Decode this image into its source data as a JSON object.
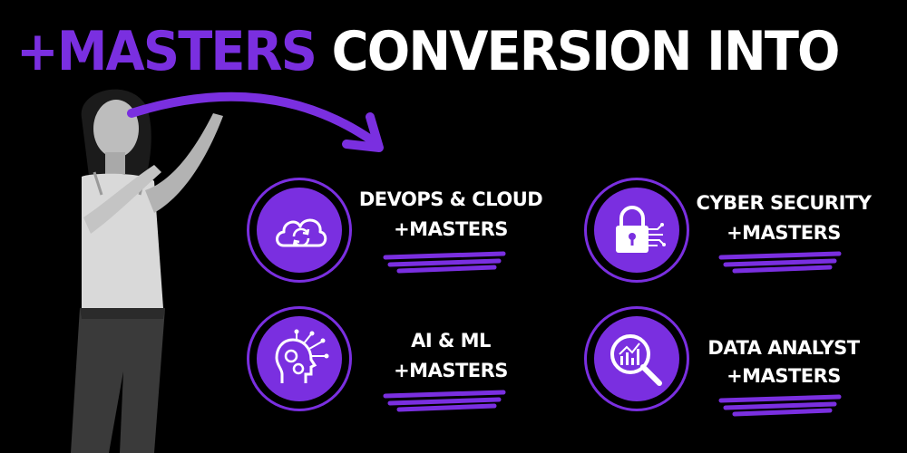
{
  "headline": {
    "accent": "+MASTERS",
    "rest": " CONVERSION INTO"
  },
  "colors": {
    "accent": "#7a2fe0",
    "background": "#000000",
    "text": "#ffffff"
  },
  "cards": [
    {
      "line1": "DEVOPS & CLOUD",
      "line2": "+MASTERS",
      "icon": "cloud-sync-icon"
    },
    {
      "line1": "CYBER SECURITY",
      "line2": "+MASTERS",
      "icon": "padlock-circuit-icon"
    },
    {
      "line1": "AI & ML",
      "line2": "+MASTERS",
      "icon": "ai-head-gears-icon"
    },
    {
      "line1": "DATA ANALYST",
      "line2": "+MASTERS",
      "icon": "magnifier-chart-icon"
    }
  ]
}
